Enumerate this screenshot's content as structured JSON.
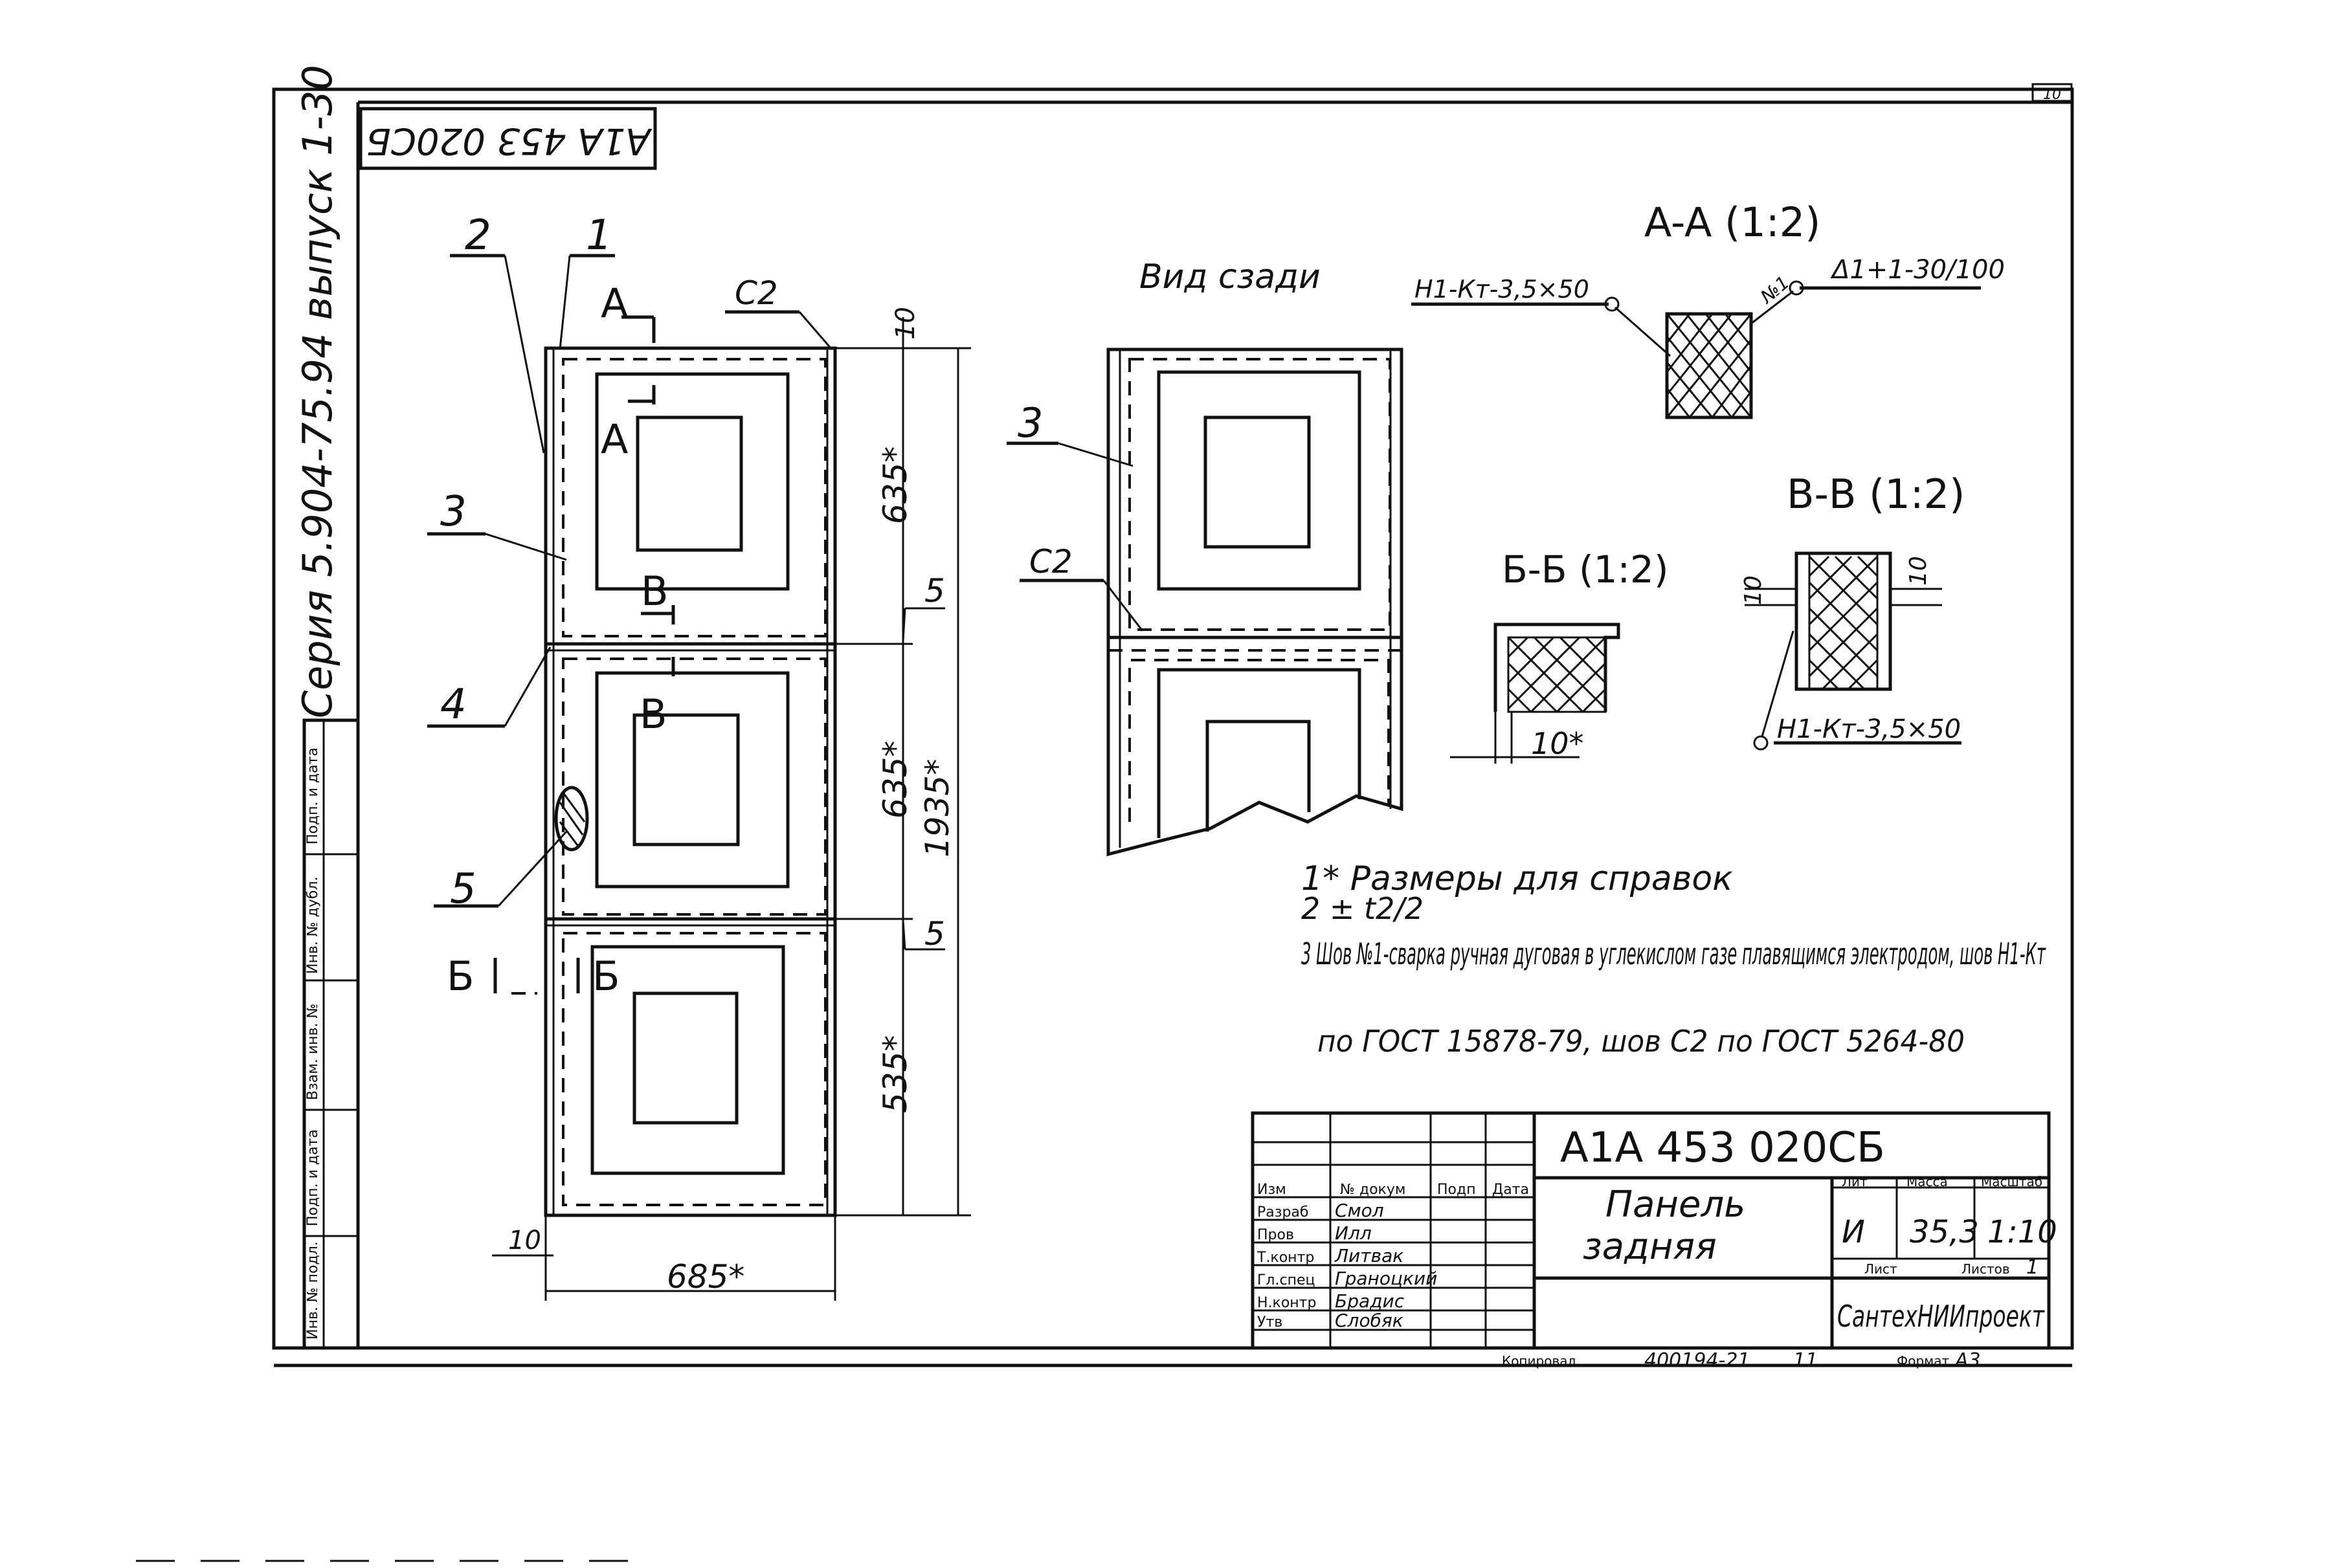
{
  "title_stamp": {
    "code": "A1A 453 020СБ",
    "rotated_code": "A1A 453 020СБ",
    "series": "Серия 5.904-75.94 выпуск 1-30",
    "name_line1": "Панель",
    "name_line2": "задняя",
    "org": "СантехНИИпроект",
    "sheet_label": "Лист",
    "sheets_label": "Листов",
    "sheets_value": "1",
    "lit_label": "Лит",
    "mass_label": "Масса",
    "scale_label": "Масштаб",
    "lit_value": "И",
    "mass_value": "35,3",
    "scale_value": "1:10",
    "sheet_corner": "10",
    "copied_label": "Копировал",
    "doc_number": "400194-21",
    "doc_number_suffix": "11",
    "format_label": "Формат",
    "format_value": "А3",
    "header_row": {
      "c1": "Изм",
      "c2": "№ докум",
      "c3": "Подп",
      "c4": "Дата"
    },
    "roles": [
      {
        "role": "Разраб",
        "name": "Смол"
      },
      {
        "role": "Пров",
        "name": "Илл"
      },
      {
        "role": "Т.контр",
        "name": "Литвак"
      },
      {
        "role": "Гл.спец",
        "name": "Граноцкий"
      },
      {
        "role": "Н.контр",
        "name": "Брадис"
      },
      {
        "role": "Утв",
        "name": "Слобяк"
      }
    ]
  },
  "side_columns": [
    "Инв. № подл.",
    "Подп. и дата",
    "Взам. инв. №",
    "Инв. № дубл.",
    "Подп. и дата"
  ],
  "views": {
    "rear_view_title": "Вид сзади",
    "section_aa": "A-A (1:2)",
    "section_bb_cyr": "Б-Б (1:2)",
    "section_vv": "В-В (1:2)"
  },
  "labels": {
    "p1": "1",
    "p2": "2",
    "p3": "3",
    "p4": "4",
    "p5": "5",
    "c2": "С2",
    "cut_a": "A",
    "cut_b": "B",
    "cut_bb": "Б"
  },
  "weld_marks": {
    "aa_left": "Н1-Кт-3,5×50",
    "aa_right": "Δ1+1-30/100",
    "aa_no": "№1",
    "vv": "Н1-Кт-3,5×50"
  },
  "dimensions": {
    "d10_top": "10",
    "d635_a": "635*",
    "d635_b": "635*",
    "d535": "535*",
    "d1935": "1935*",
    "d5_a": "5",
    "d5_b": "5",
    "d10_bottom": "10",
    "d685": "685*",
    "d10_bb": "10*",
    "d10_vv_left": "10",
    "d10_vv_right": "10"
  },
  "notes": [
    "1* Размеры для справок",
    "2 ± t2/2",
    "3 Шов №1-сварка ручная дуговая в углекислом газе плавящимся электродом, шов Н1-Кт",
    "по ГОСТ 15878-79, шов С2 по ГОСТ 5264-80"
  ]
}
